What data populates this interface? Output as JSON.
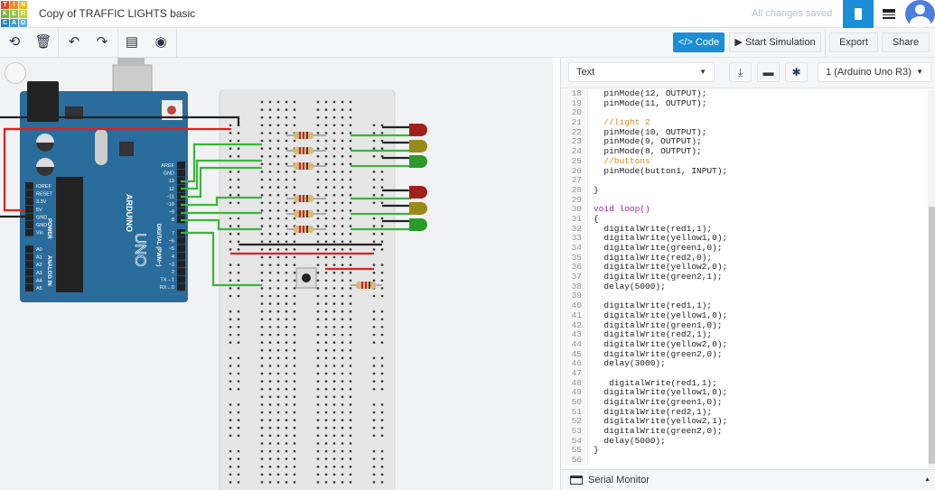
{
  "header": {
    "logo": [
      "T",
      "I",
      "N",
      "K",
      "E",
      "R",
      "C",
      "A",
      "D"
    ],
    "logo_colors": [
      "#e8442a",
      "#f08a24",
      "#f5b21b",
      "#6cb53e",
      "#8cc63f",
      "#b7d333",
      "#2a7ec3",
      "#3b9ad9",
      "#5ab0e8"
    ],
    "title": "Copy of TRAFFIC LIGHTS basic",
    "status": "All changes saved"
  },
  "toolbar": {
    "code_label": "Code",
    "simulate_label": "Start Simulation",
    "export_label": "Export",
    "share_label": "Share"
  },
  "code_panel": {
    "mode": "Text",
    "device": "1 (Arduino Uno R3)",
    "serial_monitor": "Serial Monitor",
    "first_line": 18,
    "lines": [
      "  pinMode(12, OUTPUT);",
      "  pinMode(11, OUTPUT);",
      "",
      "  //light 2",
      "  pinMode(10, OUTPUT);",
      "  pinMode(9, OUTPUT);",
      "  pinMode(8, OUTPUT);",
      "  //buttons",
      "  pinMode(button1, INPUT);",
      "",
      "}",
      "",
      "void loop()",
      "{",
      "  digitalWrite(red1,1);",
      "  digitalWrite(yellow1,0);",
      "  digitalWrite(green1,0);",
      "  digitalWrite(red2,0);",
      "  digitalWrite(yellow2,0);",
      "  digitalWrite(green2,1);",
      "  delay(5000);",
      "",
      "  digitalWrite(red1,1);",
      "  digitalWrite(yellow1,0);",
      "  digitalWrite(green1,0);",
      "  digitalWrite(red2,1);",
      "  digitalWrite(yellow2,0);",
      "  digitalWrite(green2,0);",
      "  delay(3000);",
      "",
      "   digitalWrite(red1,1);",
      "  digitalWrite(yellow1,0);",
      "  digitalWrite(green1,0);",
      "  digitalWrite(red2,1);",
      "  digitalWrite(yellow2,1);",
      "  digitalWrite(green2,0);",
      "  delay(5000);",
      "}",
      ""
    ]
  },
  "board": {
    "brand": "ARDUINO",
    "model": "UNO",
    "digital_label": "DIGITAL (PWM~)",
    "power_label": "POWER",
    "analog_label": "ANALOG IN",
    "digital_pins": [
      "AREF",
      "GND",
      "13",
      "12",
      "~11",
      "~10",
      "~9",
      "8",
      "7",
      "~6",
      "~5",
      "4",
      "~3",
      "2",
      "TX→1",
      "RX←0"
    ],
    "power_pins": [
      "IOREF",
      "RESET",
      "3.3V",
      "5V",
      "GND",
      "GND",
      "Vin"
    ],
    "analog_pins": [
      "A0",
      "A1",
      "A2",
      "A3",
      "A4",
      "A5"
    ]
  },
  "colors": {
    "accent": "#1a8ed6",
    "board": "#2a6c9c",
    "wire_green": "#3cb43c",
    "wire_red": "#e02020",
    "wire_black": "#222222",
    "led_red": "#a0201a",
    "led_yellow": "#9a8a1a",
    "led_green": "#2a9a2a"
  }
}
